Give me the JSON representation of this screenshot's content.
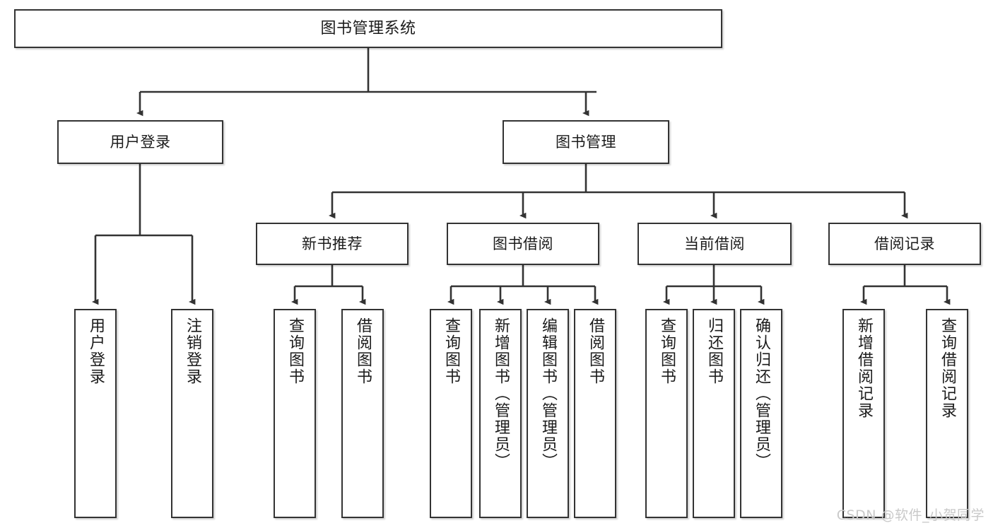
{
  "diagram": {
    "title": "图书管理系统",
    "watermark": "CSDN @软件_小贺同学",
    "colors": {
      "background": "#ffffff",
      "node_border": "#333333",
      "node_fill": "#ffffff",
      "edge": "#333333",
      "text": "#1b1b1b",
      "watermark": "#c9c9c9"
    },
    "nodes": {
      "root": "图书管理系统",
      "level2": {
        "user_login": "用户登录",
        "book_management": "图书管理"
      },
      "level3": {
        "new_book_recommend": "新书推荐",
        "book_borrow": "图书借阅",
        "current_borrow": "当前借阅",
        "borrow_record": "借阅记录"
      },
      "leaves": {
        "user_login_1": "用户登录",
        "user_login_2": "注销登录",
        "new_book_1": "查询图书",
        "new_book_2": "借阅图书",
        "book_borrow_1": "查询图书",
        "book_borrow_2": "新增图书（管理员）",
        "book_borrow_3": "编辑图书（管理员）",
        "book_borrow_4": "借阅图书",
        "current_borrow_1": "查询图书",
        "current_borrow_2": "归还图书",
        "current_borrow_3": "确认归还（管理员）",
        "borrow_record_1": "新增借阅记录",
        "borrow_record_2": "查询借阅记录"
      }
    }
  }
}
